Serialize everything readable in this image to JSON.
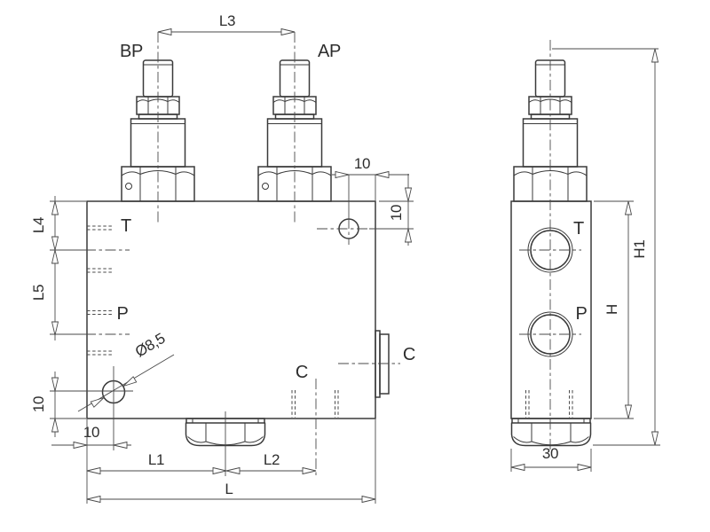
{
  "drawing": {
    "type": "technical-engineering-drawing",
    "background": "#ffffff",
    "line_color": "#3a3a3a",
    "text_color": "#2d2d2d"
  },
  "front_view": {
    "name": "valve block front view",
    "labels": {
      "bp_port": "BP",
      "ap_port": "AP",
      "t_port": "T",
      "p_port": "P",
      "c_port_bottom": "C",
      "c_port_right": "C"
    },
    "dimensions": {
      "l3": "L3",
      "corner_hole_horizontal": "10",
      "corner_hole_vertical": "10",
      "l4": "L4",
      "l5": "L5",
      "mount_hole_diameter": "Ø8,5",
      "mount_hole_vertical": "10",
      "mount_hole_horizontal": "10",
      "l1": "L1",
      "l2": "L2",
      "l_total": "L"
    }
  },
  "side_view": {
    "name": "valve block side view",
    "labels": {
      "t_port": "T",
      "p_port": "P"
    },
    "dimensions": {
      "h1": "H1",
      "h": "H",
      "width": "30"
    }
  }
}
